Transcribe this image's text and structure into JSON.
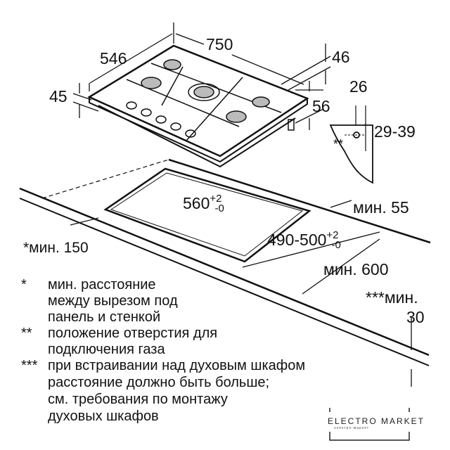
{
  "dimensions": {
    "width": "750",
    "depth": "546",
    "height": "45",
    "rear_offset": "46",
    "side_offset": "56",
    "bracket_width": "26",
    "bracket_height": "29-39",
    "bracket_mark": "**",
    "cutout_width": "560",
    "cutout_width_tol_plus": "+2",
    "cutout_width_tol_minus": "-0",
    "cutout_depth": "490-500",
    "cutout_depth_tol_plus": "+2",
    "cutout_depth_tol_minus": "-0",
    "min_rear": "мин. 55",
    "min_side": "*мин. 150",
    "min_depth": "мин. 600",
    "min_below_label": "***мин.",
    "min_below_value": "30"
  },
  "notes": [
    {
      "mark": "*",
      "lines": [
        "мин. расстояние",
        "между вырезом под",
        "панель и стенкой"
      ]
    },
    {
      "mark": "**",
      "lines": [
        "положение отверстия для",
        "подключения газа"
      ]
    },
    {
      "mark": "***",
      "lines": [
        "при встраивании над духовым шкафом",
        "расстояние должно быть больше;",
        "см. требования по монтажу",
        "духовых шкафов"
      ]
    }
  ],
  "watermark": {
    "name": "ELECTRO MARKET",
    "tagline": "электро-маркет"
  }
}
